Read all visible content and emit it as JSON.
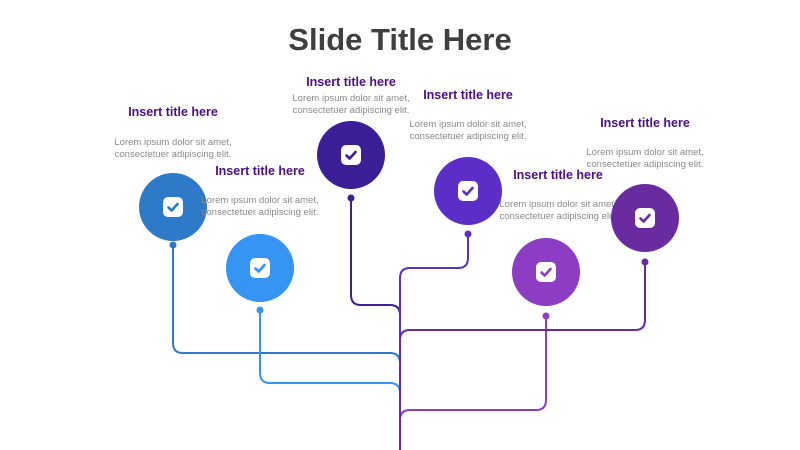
{
  "slide": {
    "title": "Slide Title Here"
  },
  "items": [
    {
      "title": "Insert title here",
      "body": "Lorem ipsum dolor sit amet, consectetuer adipiscing elit.",
      "color": "#2e7ac8",
      "icon": "check-icon"
    },
    {
      "title": "Insert title here",
      "body": "Lorem ipsum dolor sit amet, consectetuer adipiscing elit.",
      "color": "#3694f2",
      "icon": "check-icon"
    },
    {
      "title": "Insert title here",
      "body": "Lorem ipsum dolor sit amet, consectetuer adipiscing elit.",
      "color": "#3c1e96",
      "icon": "check-icon"
    },
    {
      "title": "Insert title here",
      "body": "Lorem ipsum dolor sit amet, consectetuer adipiscing elit.",
      "color": "#5b2fc7",
      "icon": "check-icon"
    },
    {
      "title": "Insert title here",
      "body": "Lorem ipsum dolor sit amet, consectetuer adipiscing elit.",
      "color": "#8d3cc4",
      "icon": "check-icon"
    },
    {
      "title": "Insert title here",
      "body": "Lorem ipsum dolor sit amet, consectetuer adipiscing elit.",
      "color": "#6a2aa0",
      "icon": "check-icon"
    }
  ]
}
